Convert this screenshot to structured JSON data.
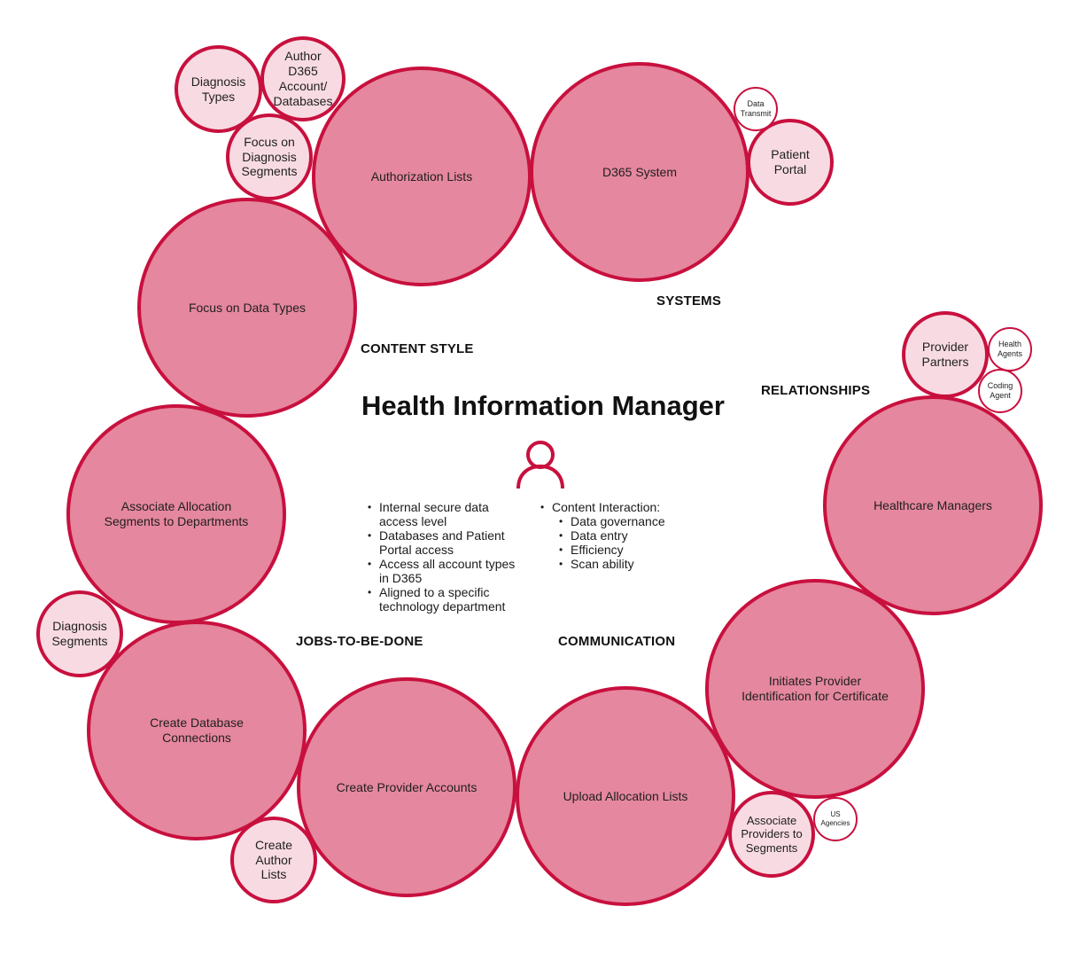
{
  "title": "Health Information Manager",
  "labels": {
    "systems": "SYSTEMS",
    "content_style": "CONTENT STYLE",
    "relationships": "RELATIONSHIPS",
    "jobs": "JOBS-TO-BE-DONE",
    "communication": "COMMUNICATION"
  },
  "icon": "user-icon",
  "colors": {
    "primary": "#c8103e",
    "big_fill": "#e5879e",
    "medium_fill": "#f8dbe2"
  },
  "bullets_left": [
    "Internal secure data access level",
    "Databases and Patient Portal access",
    "Access all account types in D365",
    "Aligned to a specific technology department"
  ],
  "bullets_right": {
    "heading": "Content Interaction:",
    "items": [
      "Data governance",
      "Data entry",
      "Efficiency",
      "Scan ability"
    ]
  },
  "big_circles": {
    "authorization_lists": "Authorization Lists",
    "d365_system": "D365 System",
    "focus_data_types": "Focus on Data Types",
    "associate_allocation": "Associate Allocation Segments to Departments",
    "create_db_connections": "Create Database Connections",
    "create_provider_accounts": "Create Provider Accounts",
    "upload_allocation_lists": "Upload Allocation Lists",
    "initiates_provider_id": "Initiates Provider Identification for Certificate",
    "healthcare_managers": "Healthcare Managers"
  },
  "medium_circles": {
    "diagnosis_types": "Diagnosis Types",
    "author_d365": "Author D365 Account/ Databases",
    "focus_diagnosis_segments": "Focus on Diagnosis Segments",
    "patient_portal": "Patient Portal",
    "provider_partners": "Provider Partners",
    "diagnosis_segments": "Diagnosis Segments",
    "create_author_lists": "Create Author Lists",
    "associate_providers": "Associate Providers to Segments"
  },
  "small_circles": {
    "data_transmit": "Data Transmit",
    "health_agents": "Health Agents",
    "coding_agent": "Coding Agent",
    "us_agencies": "US Agencies"
  }
}
